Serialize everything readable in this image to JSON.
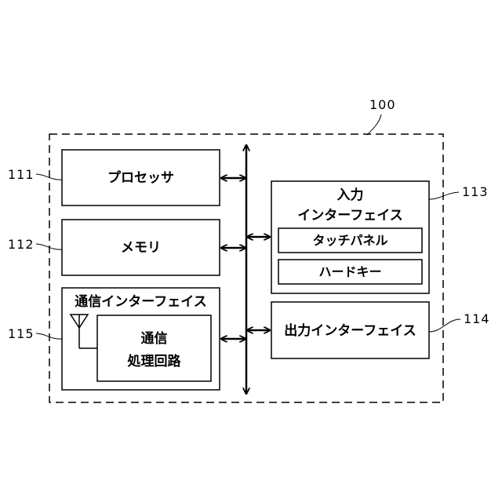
{
  "device": {
    "ref": "100"
  },
  "processor": {
    "label": "プロセッサ",
    "ref": "111"
  },
  "memory": {
    "label": "メモリ",
    "ref": "112"
  },
  "comm_if": {
    "label": "通信インターフェイス",
    "ref": "115",
    "circuit_line1": "通信",
    "circuit_line2": "処理回路"
  },
  "input_if": {
    "label_line1": "入力",
    "label_line2": "インターフェイス",
    "touch_panel": "タッチパネル",
    "hard_key": "ハードキー",
    "ref": "113"
  },
  "output_if": {
    "label": "出力インターフェイス",
    "ref": "114"
  }
}
